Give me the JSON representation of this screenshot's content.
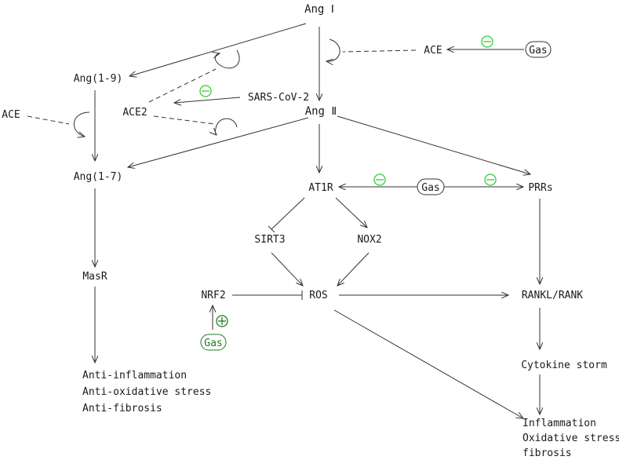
{
  "colors": {
    "stroke": "#333333",
    "inhibit": "#33cc33",
    "promote": "#1f7a1f"
  },
  "nodes": {
    "ang1": "Ang Ⅰ",
    "ang2": "Ang Ⅱ",
    "ang19": "Ang(1-9)",
    "ang17": "Ang(1-7)",
    "ace_top": "ACE",
    "ace_left": "ACE",
    "ace2": "ACE2",
    "sars": "SARS-CoV-2",
    "gas_top": "Gas",
    "gas_mid": "Gas",
    "gas_nrf2": "Gas",
    "at1r": "AT1R",
    "prrs": "PRRs",
    "sirt3": "SIRT3",
    "nox2": "NOX2",
    "ros": "ROS",
    "nrf2": "NRF2",
    "rankl": "RANKL/RANK",
    "masr": "MasR",
    "cytokine": "Cytokine storm"
  },
  "outcomes_left": [
    "Anti-inflammation",
    "Anti-oxidative stress",
    "Anti-fibrosis"
  ],
  "outcomes_right": [
    "Inflammation",
    "Oxidative stress",
    "fibrosis"
  ],
  "symbols": {
    "inhibit": "inhibit-symbol",
    "promote": "promote-symbol"
  }
}
